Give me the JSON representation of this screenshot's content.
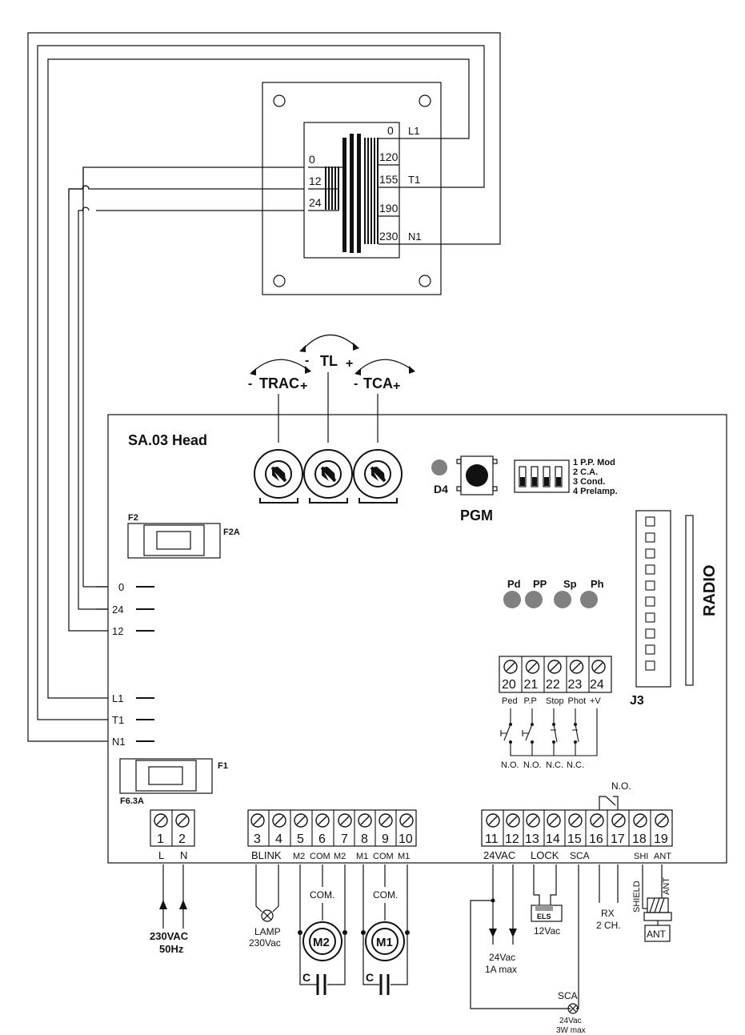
{
  "transformer": {
    "primary_taps": [
      "0",
      "120",
      "155",
      "190",
      "230"
    ],
    "secondary_taps": [
      "0",
      "12",
      "24"
    ],
    "outputs": [
      "L1",
      "T1",
      "N1"
    ]
  },
  "trimmers": {
    "tl": "TL",
    "trac": "TRAC",
    "tca": "TCA",
    "minus": "-",
    "plus": "+"
  },
  "board": {
    "title": "SA.03 Head",
    "d4": "D4",
    "pgm": "PGM",
    "dip": [
      "1 P.P. Mod",
      "2 C.A.",
      "3 Cond.",
      "4 Prelamp."
    ],
    "f2": "F2",
    "f2_rating": "F2A",
    "f1": "F1",
    "f1_rating": "F6.3A",
    "radio": "RADIO",
    "j3": "J3",
    "leds": [
      "Pd",
      "PP",
      "Sp",
      "Ph"
    ],
    "left_terms": [
      "0",
      "24",
      "12",
      "L1",
      "T1",
      "N1"
    ]
  },
  "inputs": {
    "numbers": [
      "20",
      "21",
      "22",
      "23",
      "24"
    ],
    "names": [
      "Ped",
      "P.P",
      "Stop",
      "Phot",
      "+V"
    ],
    "contacts": [
      "N.O.",
      "N.O.",
      "N.C.",
      "N.C."
    ]
  },
  "bottom": {
    "numbers": [
      "1",
      "2",
      "3",
      "4",
      "5",
      "6",
      "7",
      "8",
      "9",
      "10",
      "11",
      "12",
      "13",
      "14",
      "15",
      "16",
      "17",
      "18",
      "19"
    ],
    "labels": {
      "l": "L",
      "n": "N",
      "blink": "BLINK",
      "m2": "M2",
      "com": "COM",
      "m1": "M1",
      "vac24": "24VAC",
      "lock": "LOCK",
      "sca": "SCA",
      "shi": "SHI",
      "ant": "ANT"
    },
    "no_relay": "N.O."
  },
  "external": {
    "mains_v": "230VAC",
    "mains_hz": "50Hz",
    "lamp": "LAMP",
    "lamp_v": "230Vac",
    "com": "COM.",
    "m2": "M2",
    "m1": "M1",
    "c": "C",
    "aux": "24Vac",
    "aux_a": "1A max",
    "els": "ELS",
    "lock_v": "12Vac",
    "rx": "RX",
    "rx_ch": "2 CH.",
    "shield": "SHIELD",
    "ant": "ANT",
    "ant_box": "ANT",
    "sca": "SCA",
    "sca_v": "24Vac",
    "sca_w": "3W max"
  }
}
